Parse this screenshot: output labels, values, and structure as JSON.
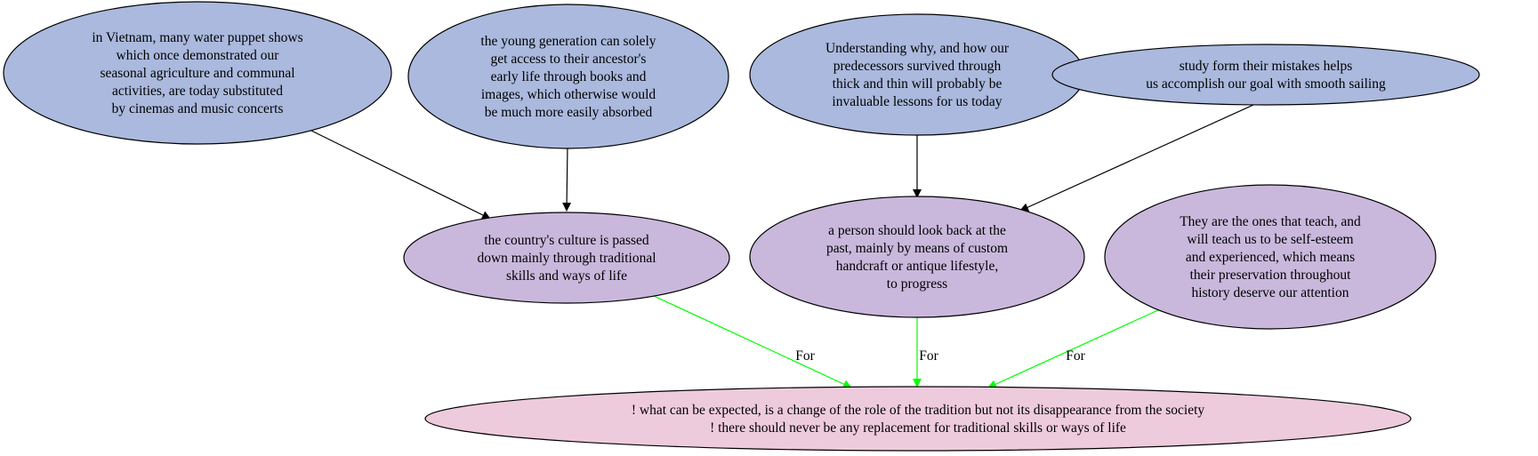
{
  "colors": {
    "premise": "#aab9dd",
    "claim": "#c9b8dc",
    "conclusion": "#eecbdc",
    "support_edge": "#000000",
    "for_edge": "#00ff00"
  },
  "nodes": {
    "premise1": {
      "lines": [
        "in Vietnam, many water puppet shows",
        "which once demonstrated our",
        "seasonal agriculture and communal",
        "activities, are today substituted",
        "by cinemas and music concerts"
      ]
    },
    "premise2": {
      "lines": [
        "the young generation can solely",
        "get access to their ancestor's",
        "early life through books and",
        "images, which otherwise would",
        "be much more easily absorbed"
      ]
    },
    "premise3": {
      "lines": [
        "Understanding why, and how our",
        "predecessors survived through",
        "thick and thin will probably be",
        "invaluable lessons for us today"
      ]
    },
    "premise4": {
      "lines": [
        "study form their mistakes helps",
        "us accomplish our goal with smooth sailing"
      ]
    },
    "claim1": {
      "lines": [
        "the country's culture is passed",
        "down mainly through traditional",
        "skills and ways of life"
      ]
    },
    "claim2": {
      "lines": [
        "a person should look back at the",
        "past, mainly by means of custom",
        "handcraft or antique lifestyle,",
        "to progress"
      ]
    },
    "claim3": {
      "lines": [
        "They are the ones that teach, and",
        "will teach us to be self-esteem",
        "and experienced, which means",
        "their preservation throughout",
        "history deserve our attention"
      ]
    },
    "conclusion": {
      "lines": [
        "! what can be expected, is a change of the role of the tradition but not its disappearance from the society",
        "! there should never be any replacement for traditional skills or ways of life"
      ]
    }
  },
  "edges": [
    {
      "from": "premise1",
      "to": "claim1",
      "label": ""
    },
    {
      "from": "premise2",
      "to": "claim1",
      "label": ""
    },
    {
      "from": "premise3",
      "to": "claim2",
      "label": ""
    },
    {
      "from": "premise4",
      "to": "claim2",
      "label": ""
    },
    {
      "from": "claim1",
      "to": "conclusion",
      "label": "For"
    },
    {
      "from": "claim2",
      "to": "conclusion",
      "label": "For"
    },
    {
      "from": "claim3",
      "to": "conclusion",
      "label": "For"
    }
  ]
}
